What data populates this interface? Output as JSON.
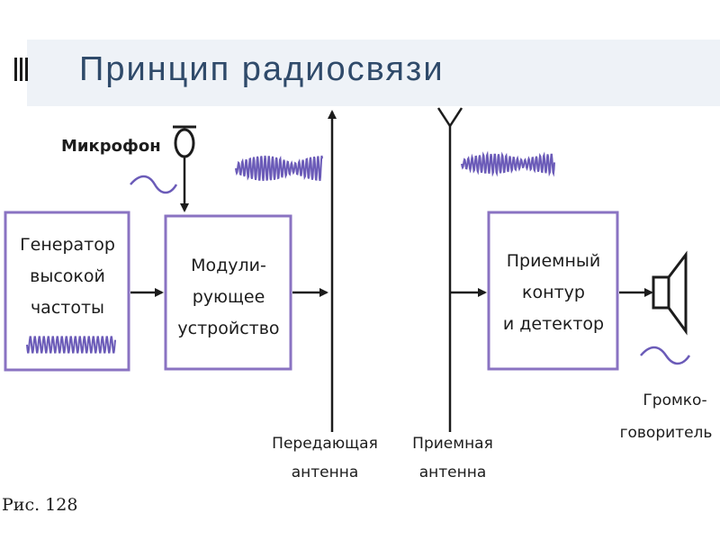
{
  "slide": {
    "title": "Принцип радиосвязи"
  },
  "diagram": {
    "microphone_label": "Микрофон",
    "generator_lines": [
      "Генератор",
      "высокой",
      "частоты"
    ],
    "modulator_lines": [
      "Модули-",
      "рующее",
      "устройство"
    ],
    "receiver_lines": [
      "Приемный",
      "контур",
      "и детектор"
    ],
    "transmit_antenna_lines": [
      "Передающая",
      "антенна"
    ],
    "receive_antenna_lines": [
      "Приемная",
      "антенна"
    ],
    "speaker_lines": [
      "Громко-",
      "говоритель"
    ],
    "figure_caption": "Рис. 128",
    "colors": {
      "block_border": "#8a73c2",
      "line": "#1c1c1c",
      "wave": "#6b5bb8",
      "title": "#2f4a6a"
    }
  }
}
